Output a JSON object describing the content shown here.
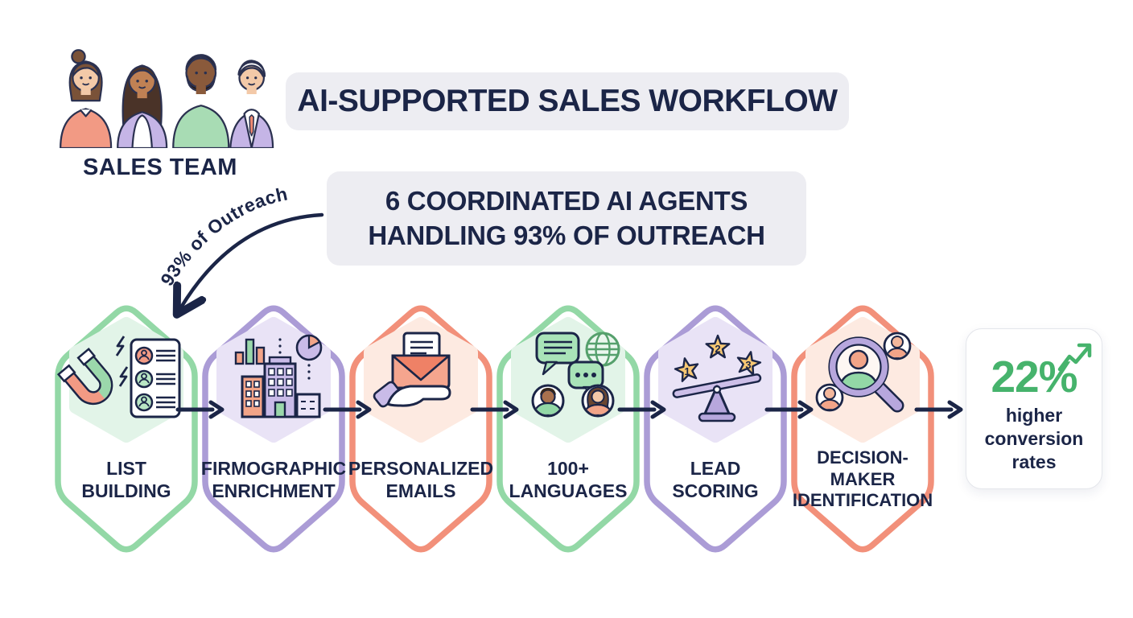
{
  "header": {
    "team_label": "SALES TEAM",
    "title": "AI-SUPPORTED SALES WORKFLOW",
    "subtitle_line1": "6 COORDINATED AI AGENTS",
    "subtitle_line2": "HANDLING 93% OF OUTREACH",
    "curve_annotation": "93% of Outreach"
  },
  "workflow": {
    "steps": [
      {
        "label": "LIST BUILDING",
        "accent": "green",
        "icon": "magnet-lead-list-icon"
      },
      {
        "label": "FIRMOGRAPHIC ENRICHMENT",
        "accent": "purple",
        "icon": "company-data-icon"
      },
      {
        "label": "PERSONALIZED EMAILS",
        "accent": "coral",
        "icon": "hand-envelope-icon"
      },
      {
        "label": "100+ LANGUAGES",
        "accent": "green",
        "icon": "speech-globe-icon"
      },
      {
        "label": "LEAD SCORING",
        "accent": "purple",
        "icon": "star-scale-icon"
      },
      {
        "label": "DECISION-MAKER IDENTIFICATION",
        "accent": "coral",
        "icon": "magnifier-people-icon"
      }
    ],
    "star_labels": [
      "1",
      "2",
      "3"
    ]
  },
  "result": {
    "value": "22%",
    "description": "higher conversion rates"
  },
  "colors": {
    "navy": "#1b2547",
    "green_border": "#93d8a6",
    "green_fill": "#e2f4e8",
    "purple_border": "#ab9cd6",
    "purple_fill": "#e9e3f6",
    "coral_border": "#f2907a",
    "coral_fill": "#fdeae1",
    "banner_bg": "#ededf2",
    "result_green": "#46b36c"
  }
}
